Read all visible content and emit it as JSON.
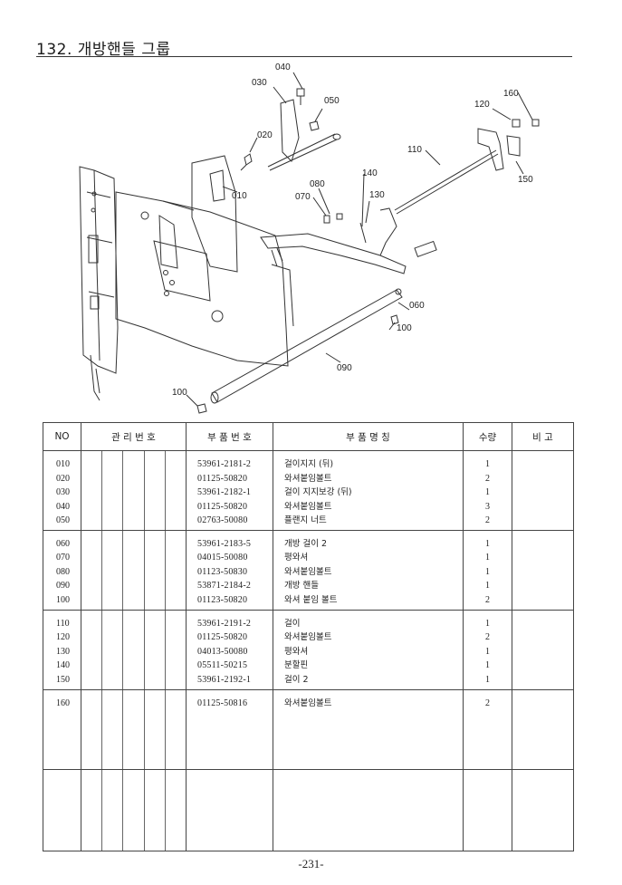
{
  "header": {
    "title": "132. 개방핸들 그룹"
  },
  "diagram": {
    "callouts": [
      "040",
      "030",
      "050",
      "020",
      "010",
      "080",
      "070",
      "140",
      "130",
      "110",
      "120",
      "160",
      "150",
      "060",
      "100",
      "090",
      "100"
    ]
  },
  "table": {
    "headers": {
      "no": "NO",
      "mgmt": "관 리 번 호",
      "part_no": "부 품 번 호",
      "name": "부  품  명  칭",
      "qty": "수량",
      "remark": "비 고"
    },
    "groups": [
      {
        "rows": [
          {
            "no": "010",
            "part_no": "53961-2181-2",
            "name": "걸이지지 (뒤)",
            "qty": "1"
          },
          {
            "no": "020",
            "part_no": "01125-50820",
            "name": "와셔붙임볼트",
            "qty": "2"
          },
          {
            "no": "030",
            "part_no": "53961-2182-1",
            "name": "걸이 지지보강 (뒤)",
            "qty": "1"
          },
          {
            "no": "040",
            "part_no": "01125-50820",
            "name": "와셔붙임볼트",
            "qty": "3"
          },
          {
            "no": "050",
            "part_no": "02763-50080",
            "name": "플랜지 너트",
            "qty": "2"
          }
        ]
      },
      {
        "rows": [
          {
            "no": "060",
            "part_no": "53961-2183-5",
            "name": "개방 걸이 2",
            "qty": "1"
          },
          {
            "no": "070",
            "part_no": "04015-50080",
            "name": "평와셔",
            "qty": "1"
          },
          {
            "no": "080",
            "part_no": "01123-50830",
            "name": "와셔붙임볼트",
            "qty": "1"
          },
          {
            "no": "090",
            "part_no": "53871-2184-2",
            "name": "개방 핸들",
            "qty": "1"
          },
          {
            "no": "100",
            "part_no": "01123-50820",
            "name": "와셔 붙임 볼트",
            "qty": "2"
          }
        ]
      },
      {
        "rows": [
          {
            "no": "110",
            "part_no": "53961-2191-2",
            "name": "걸이",
            "qty": "1"
          },
          {
            "no": "120",
            "part_no": "01125-50820",
            "name": "와셔붙임볼트",
            "qty": "2"
          },
          {
            "no": "130",
            "part_no": "04013-50080",
            "name": "평와셔",
            "qty": "1"
          },
          {
            "no": "140",
            "part_no": "05511-50215",
            "name": "분할핀",
            "qty": "1"
          },
          {
            "no": "150",
            "part_no": "53961-2192-1",
            "name": "걸이 2",
            "qty": "1"
          }
        ]
      },
      {
        "rows": [
          {
            "no": "160",
            "part_no": "01125-50816",
            "name": "와셔붙임볼트",
            "qty": "2"
          }
        ]
      },
      {
        "rows": []
      }
    ]
  },
  "footer": {
    "page": "-231-"
  }
}
